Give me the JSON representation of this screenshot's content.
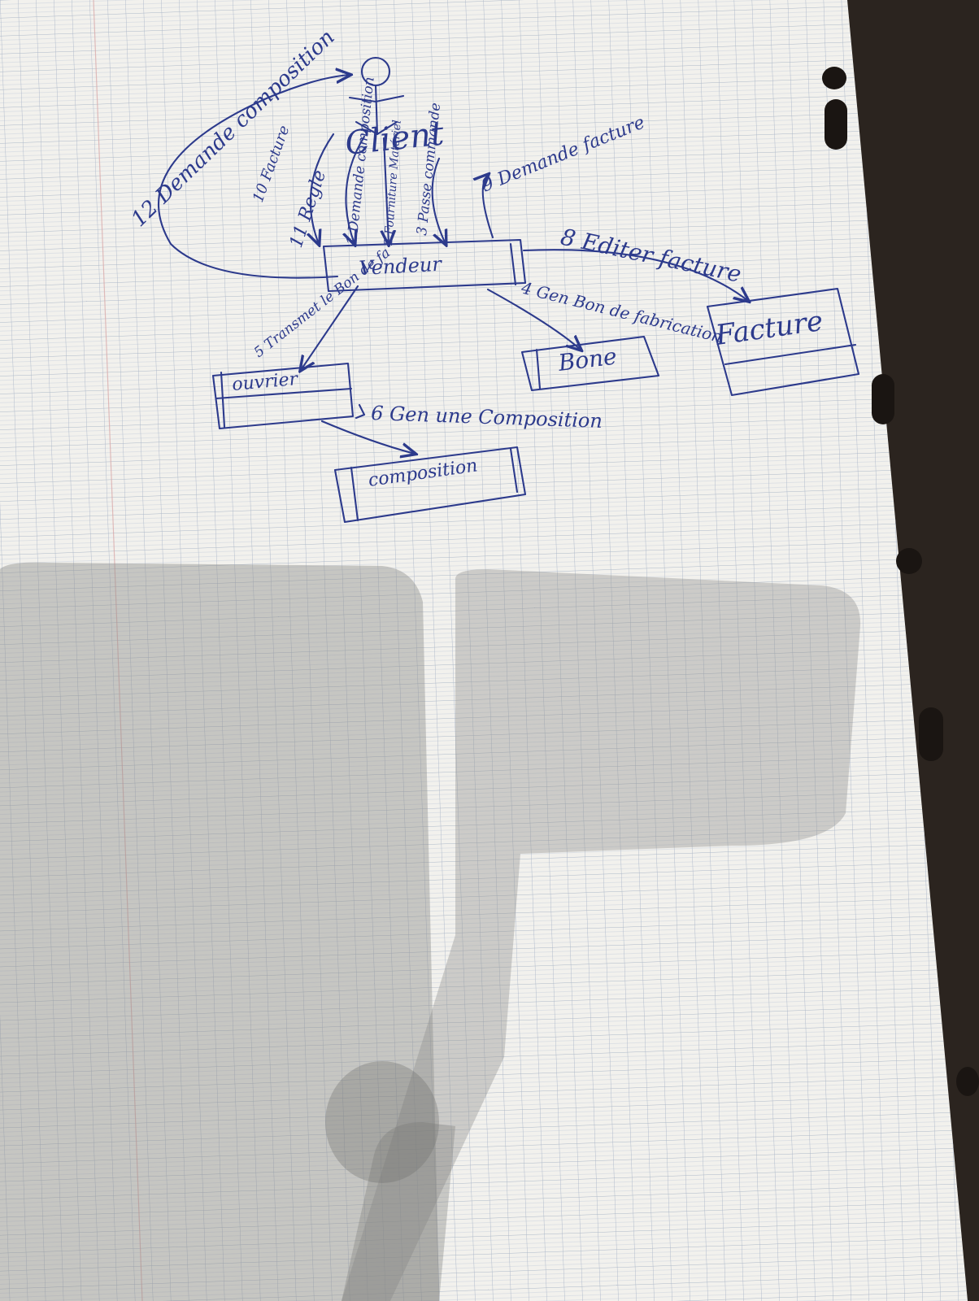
{
  "photo": {
    "kind": "photograph of a hand-drawn diagram on grid paper",
    "ink_color": "#2c3a8c",
    "paper_color": "#f3f2ee",
    "grid_color": "#b7c2d2",
    "margin_line_color": "#d69a9a",
    "shadow_color": "#7e7e7e"
  },
  "actor": {
    "label": "Client"
  },
  "boxes": {
    "vendeur": "Vendeur",
    "ouvrier": "ouvrier",
    "composition": "composition",
    "bone": "Bone",
    "facture": "Facture"
  },
  "arrows": {
    "a12": "12 Demande composition",
    "a10": "10 Facture",
    "a11": "11 Regle",
    "a1": "1 Demande composition",
    "a2": "2 Fourniture Matériel",
    "a3": "3 Passe commande",
    "a9": "9 Demande facture",
    "a8": "8 Editer facture",
    "a4": "4 Gen Bon de fabrication",
    "a5": "5 Transmet le Bon de fa",
    "a6": "6 Gen une Composition"
  }
}
